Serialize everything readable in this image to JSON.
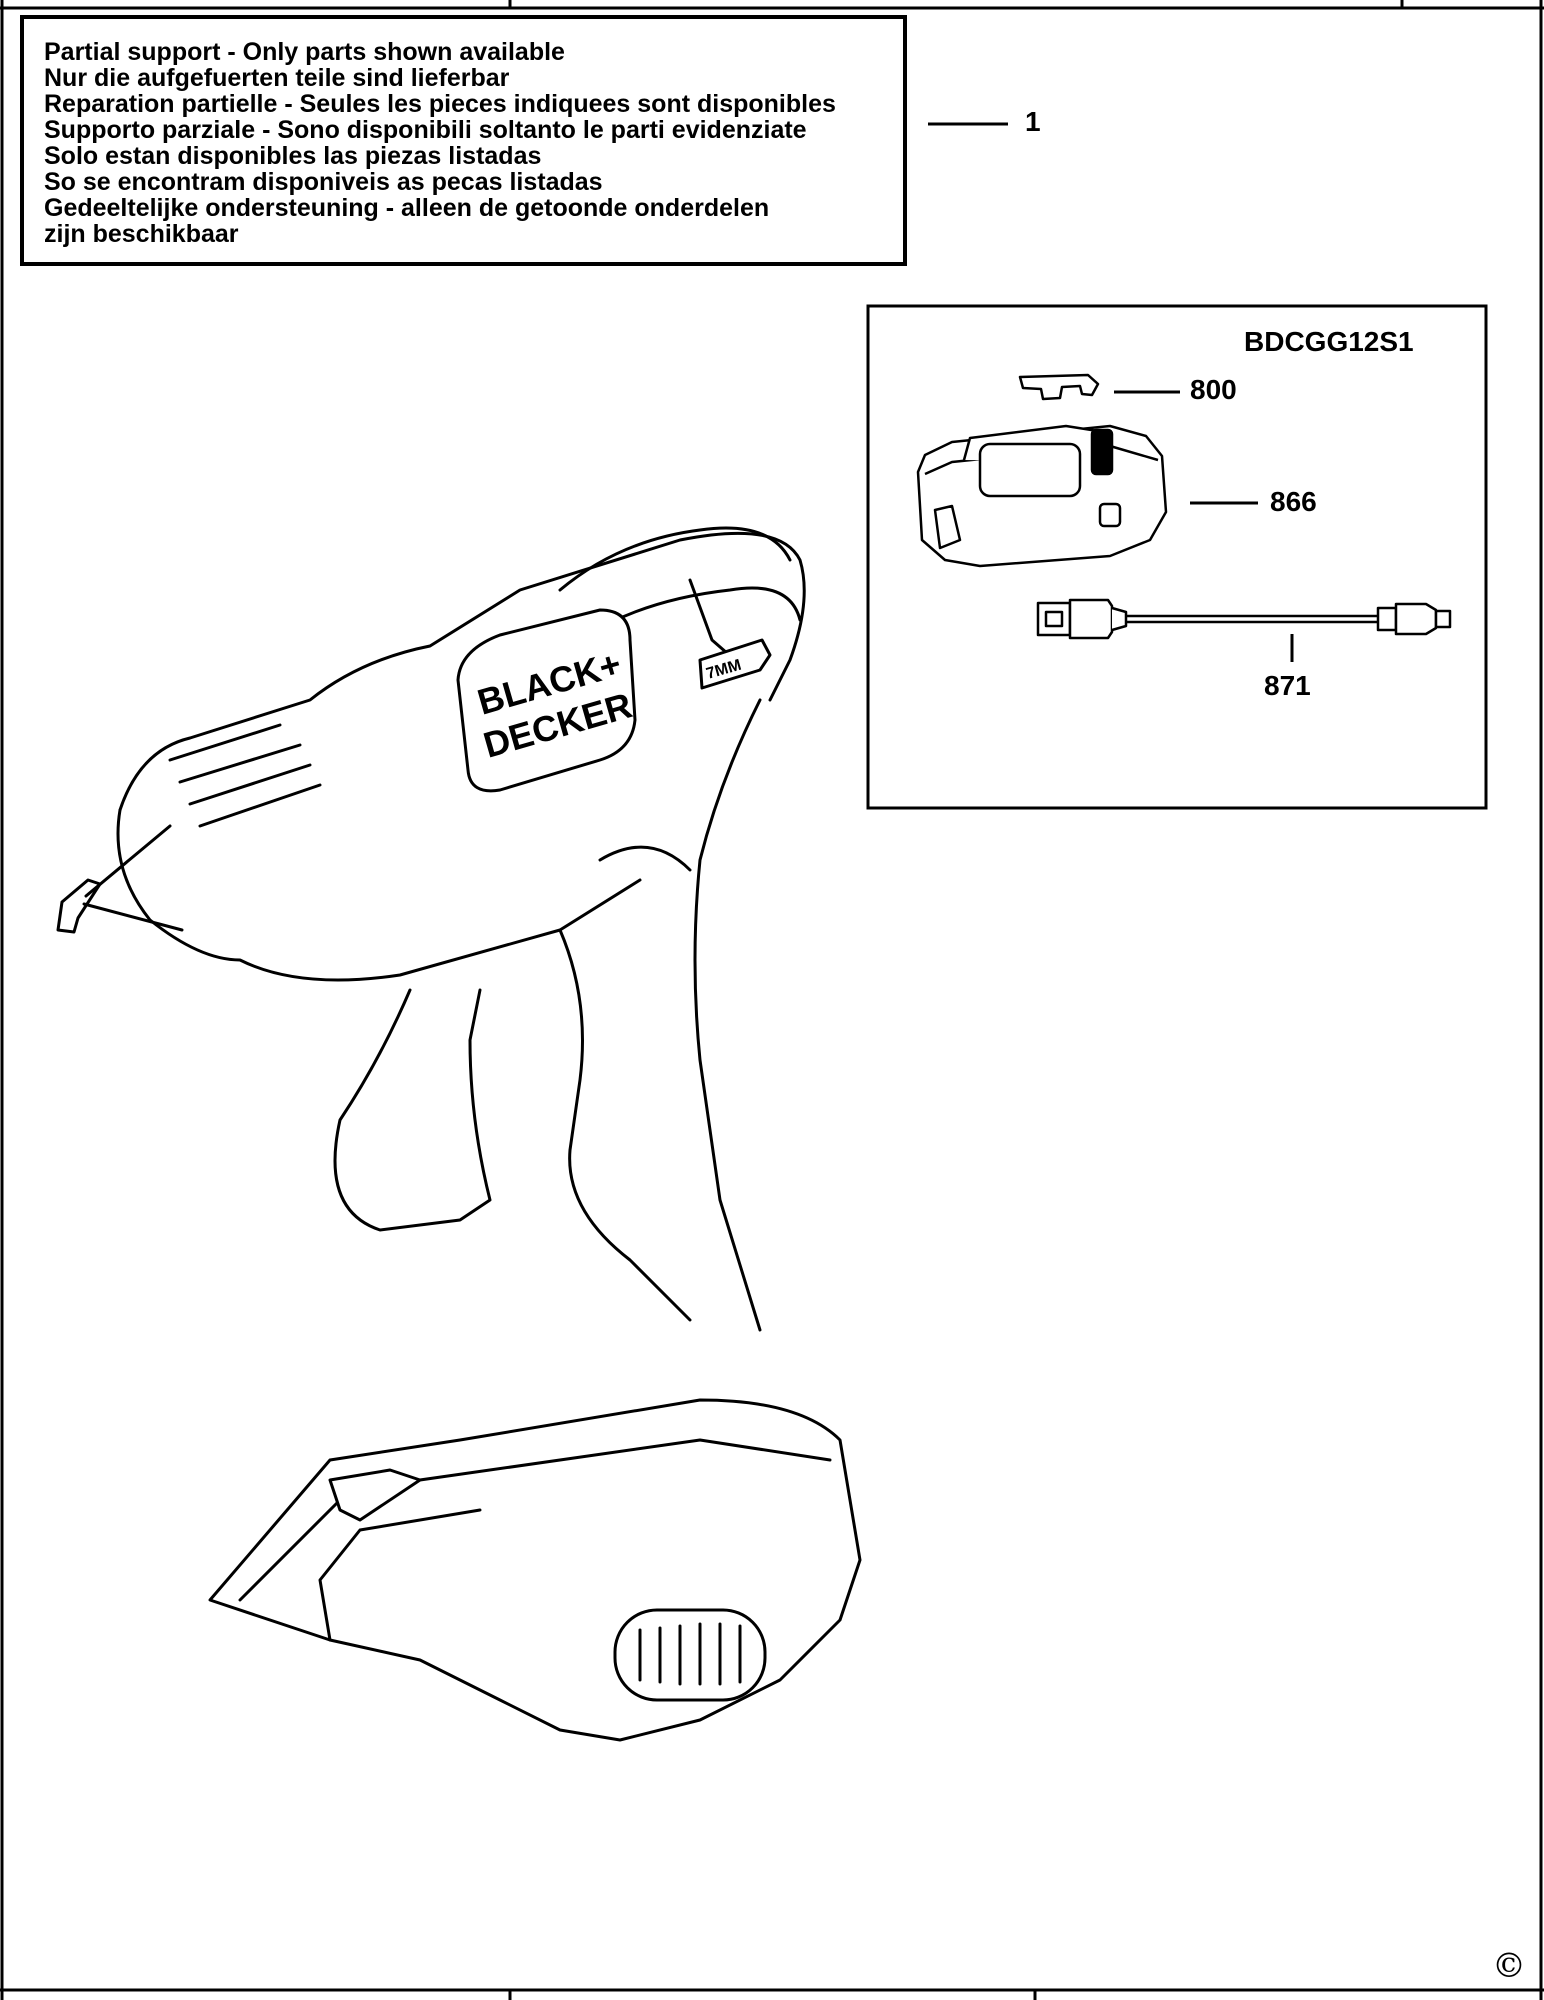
{
  "notice": {
    "lines": [
      "Partial support - Only parts shown available",
      "Nur die aufgefuerten teile sind lieferbar",
      "Reparation partielle - Seules les pieces indiquees sont disponibles",
      "Supporto parziale - Sono disponibili soltanto le parti evidenziate",
      "Solo estan disponibles las piezas listadas",
      "So se encontram disponiveis as pecas listadas",
      "Gedeeltelijke ondersteuning - alleen de getoonde onderdelen",
      "zijn beschikbaar"
    ]
  },
  "main_part": {
    "number": "1"
  },
  "kit": {
    "model": "BDCGG12S1",
    "parts": [
      {
        "number": "800"
      },
      {
        "number": "866"
      },
      {
        "number": "871"
      }
    ]
  },
  "tool": {
    "brand_line1": "BLACK+",
    "brand_line2": "DECKER",
    "nozzle_badge": "7MM"
  },
  "copyright_symbol": "©"
}
